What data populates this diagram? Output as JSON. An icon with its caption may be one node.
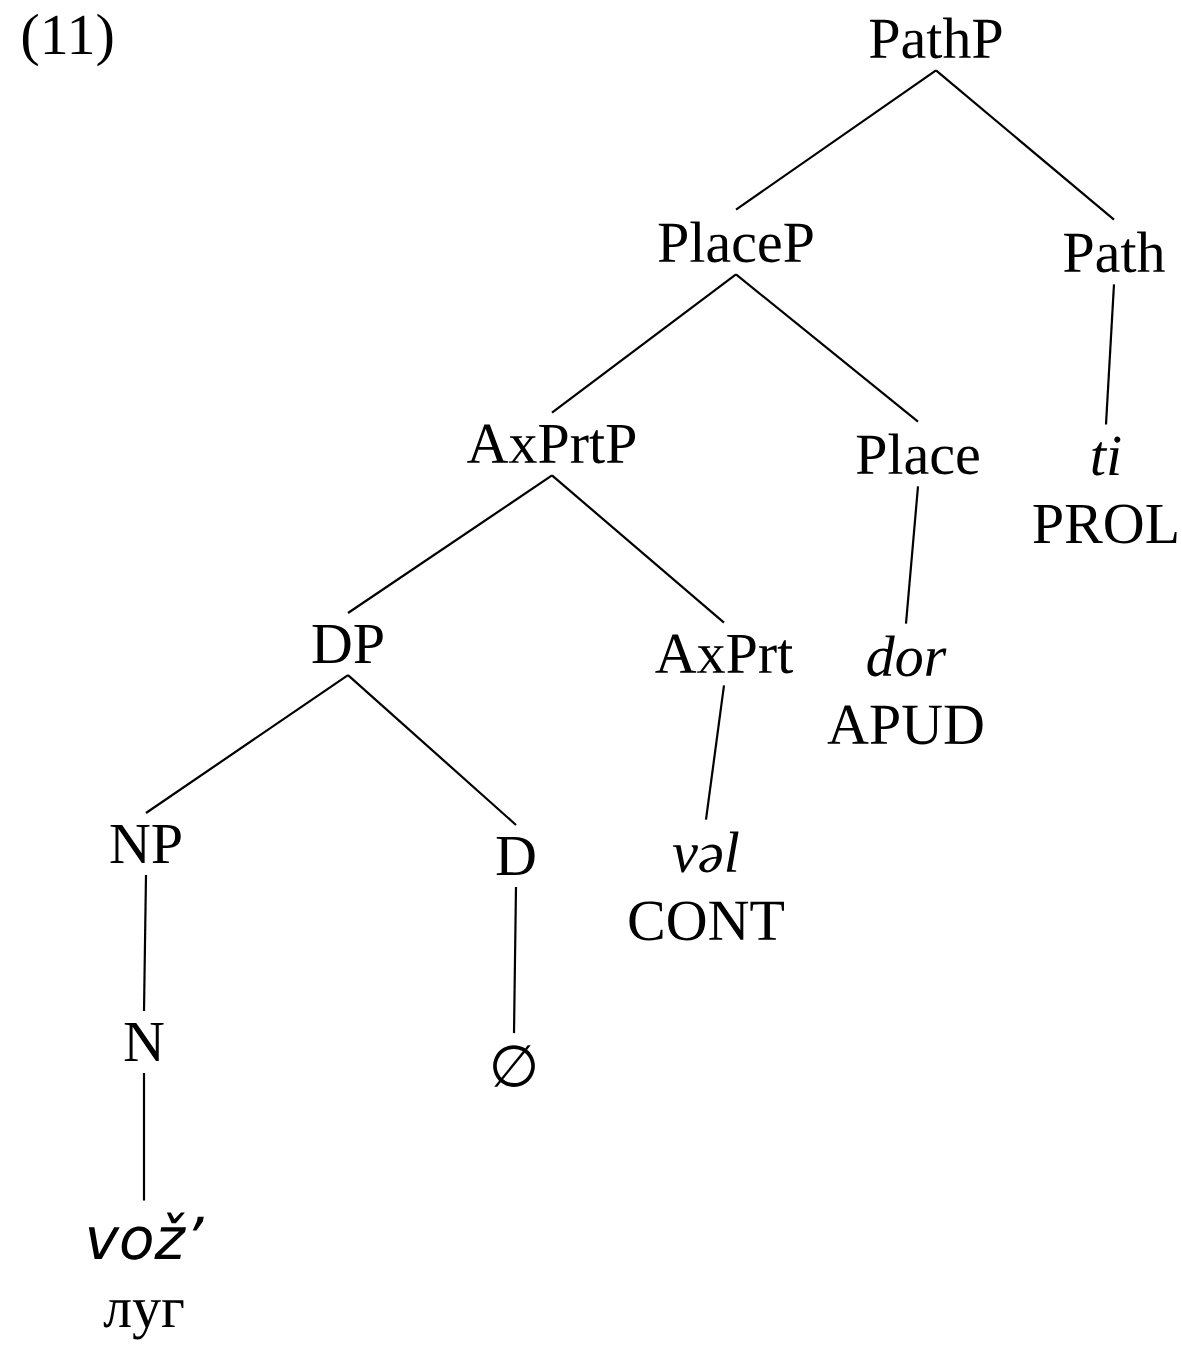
{
  "diagram": {
    "nodes": [
      {
        "text": [
          "PathP"
        ]
      },
      {
        "text": [
          "PlaceP"
        ]
      },
      {
        "text": [
          "Path"
        ]
      },
      {
        "text": [
          "AxPrtP"
        ]
      },
      {
        "text": [
          "Place"
        ]
      },
      {
        "text": [
          "ti",
          "PROL"
        ]
      },
      {
        "text": [
          "DP"
        ]
      },
      {
        "text": [
          "AxPrt"
        ]
      },
      {
        "text": [
          "dor",
          "APUD"
        ]
      },
      {
        "text": [
          "NP"
        ]
      },
      {
        "text": [
          "D"
        ]
      },
      {
        "text": [
          "vəl",
          "CONT"
        ]
      },
      {
        "text": [
          "N"
        ]
      },
      {
        "text": [
          "∅"
        ]
      },
      {
        "text": [
          "vož’",
          "луг"
        ]
      }
    ],
    "edges": [
      {
        "from": 0,
        "to": 1,
        "arrow": "none"
      },
      {
        "from": 0,
        "to": 2,
        "arrow": "none"
      },
      {
        "from": 1,
        "to": 3,
        "arrow": "none"
      },
      {
        "from": 1,
        "to": 4,
        "arrow": "none"
      },
      {
        "from": 2,
        "to": 5,
        "arrow": "none"
      },
      {
        "from": 3,
        "to": 6,
        "arrow": "none"
      },
      {
        "from": 3,
        "to": 7,
        "arrow": "none"
      },
      {
        "from": 4,
        "to": 8,
        "arrow": "none"
      },
      {
        "from": 6,
        "to": 9,
        "arrow": "none"
      },
      {
        "from": 6,
        "to": 10,
        "arrow": "none"
      },
      {
        "from": 7,
        "to": 11,
        "arrow": "none"
      },
      {
        "from": 9,
        "to": 12,
        "arrow": "none"
      },
      {
        "from": 10,
        "to": 13,
        "arrow": "none"
      },
      {
        "from": 12,
        "to": 14,
        "arrow": "none"
      }
    ],
    "labels": [
      "(11)"
    ]
  }
}
